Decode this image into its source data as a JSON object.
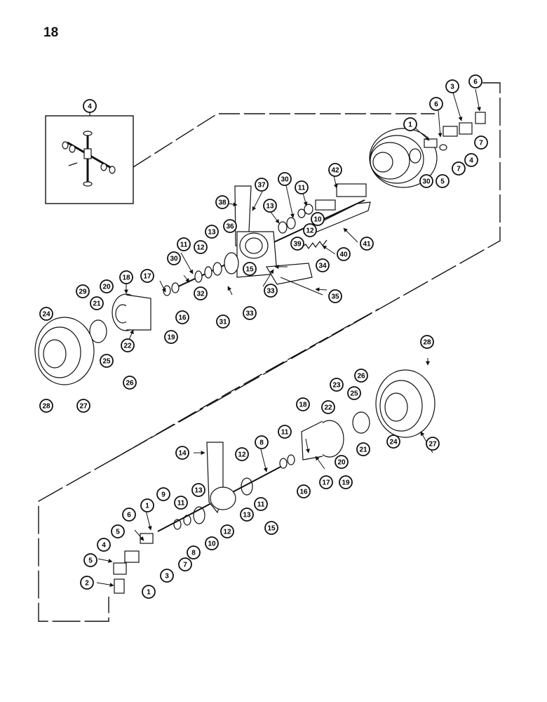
{
  "page": {
    "number": "18"
  },
  "callouts": [
    {
      "id": "c-inset-4",
      "label": "4"
    },
    {
      "id": "c-top-1",
      "label": "1"
    },
    {
      "id": "c-top-6a",
      "label": "6"
    },
    {
      "id": "c-top-3",
      "label": "3"
    },
    {
      "id": "c-top-6b",
      "label": "6"
    },
    {
      "id": "c-top-7a",
      "label": "7"
    },
    {
      "id": "c-top-4",
      "label": "4"
    },
    {
      "id": "c-top-7b",
      "label": "7"
    },
    {
      "id": "c-top-5",
      "label": "5"
    },
    {
      "id": "c-top-30a",
      "label": "30"
    },
    {
      "id": "c-top-42",
      "label": "42"
    },
    {
      "id": "c-top-30b",
      "label": "30"
    },
    {
      "id": "c-top-11a",
      "label": "11"
    },
    {
      "id": "c-top-37",
      "label": "37"
    },
    {
      "id": "c-top-38",
      "label": "38"
    },
    {
      "id": "c-top-13a",
      "label": "13"
    },
    {
      "id": "c-top-10",
      "label": "10"
    },
    {
      "id": "c-top-12a",
      "label": "12"
    },
    {
      "id": "c-top-41",
      "label": "41"
    },
    {
      "id": "c-top-36",
      "label": "36"
    },
    {
      "id": "c-top-13b",
      "label": "13"
    },
    {
      "id": "c-top-11b",
      "label": "11"
    },
    {
      "id": "c-top-12b",
      "label": "12"
    },
    {
      "id": "c-top-39",
      "label": "39"
    },
    {
      "id": "c-top-40",
      "label": "40"
    },
    {
      "id": "c-top-30c",
      "label": "30"
    },
    {
      "id": "c-top-15",
      "label": "15"
    },
    {
      "id": "c-top-34",
      "label": "34"
    },
    {
      "id": "c-top-17",
      "label": "17"
    },
    {
      "id": "c-top-18",
      "label": "18"
    },
    {
      "id": "c-top-32",
      "label": "32"
    },
    {
      "id": "c-top-33a",
      "label": "33"
    },
    {
      "id": "c-top-33b",
      "label": "33"
    },
    {
      "id": "c-top-35",
      "label": "35"
    },
    {
      "id": "c-top-29",
      "label": "29"
    },
    {
      "id": "c-top-20",
      "label": "20"
    },
    {
      "id": "c-top-21",
      "label": "21"
    },
    {
      "id": "c-top-16",
      "label": "16"
    },
    {
      "id": "c-top-31",
      "label": "31"
    },
    {
      "id": "c-top-24",
      "label": "24"
    },
    {
      "id": "c-top-19",
      "label": "19"
    },
    {
      "id": "c-top-22",
      "label": "22"
    },
    {
      "id": "c-top-25",
      "label": "25"
    },
    {
      "id": "c-top-26",
      "label": "26"
    },
    {
      "id": "c-top-28",
      "label": "28"
    },
    {
      "id": "c-top-27",
      "label": "27"
    },
    {
      "id": "c-bot-28",
      "label": "28"
    },
    {
      "id": "c-bot-26",
      "label": "26"
    },
    {
      "id": "c-bot-23",
      "label": "23"
    },
    {
      "id": "c-bot-25",
      "label": "25"
    },
    {
      "id": "c-bot-18",
      "label": "18"
    },
    {
      "id": "c-bot-22",
      "label": "22"
    },
    {
      "id": "c-bot-24",
      "label": "24"
    },
    {
      "id": "c-bot-27",
      "label": "27"
    },
    {
      "id": "c-bot-21",
      "label": "21"
    },
    {
      "id": "c-bot-20",
      "label": "20"
    },
    {
      "id": "c-bot-19",
      "label": "19"
    },
    {
      "id": "c-bot-14",
      "label": "14"
    },
    {
      "id": "c-bot-8a",
      "label": "8"
    },
    {
      "id": "c-bot-11a",
      "label": "11"
    },
    {
      "id": "c-bot-12a",
      "label": "12"
    },
    {
      "id": "c-bot-17",
      "label": "17"
    },
    {
      "id": "c-bot-16",
      "label": "16"
    },
    {
      "id": "c-bot-11b",
      "label": "11"
    },
    {
      "id": "c-bot-9",
      "label": "9"
    },
    {
      "id": "c-bot-11c",
      "label": "11"
    },
    {
      "id": "c-bot-13a",
      "label": "13"
    },
    {
      "id": "c-bot-13b",
      "label": "13"
    },
    {
      "id": "c-bot-15",
      "label": "15"
    },
    {
      "id": "c-bot-1a",
      "label": "1"
    },
    {
      "id": "c-bot-12b",
      "label": "12"
    },
    {
      "id": "c-bot-6",
      "label": "6"
    },
    {
      "id": "c-bot-10",
      "label": "10"
    },
    {
      "id": "c-bot-5a",
      "label": "5"
    },
    {
      "id": "c-bot-8b",
      "label": "8"
    },
    {
      "id": "c-bot-7",
      "label": "7"
    },
    {
      "id": "c-bot-4",
      "label": "4"
    },
    {
      "id": "c-bot-3",
      "label": "3"
    },
    {
      "id": "c-bot-5b",
      "label": "5"
    },
    {
      "id": "c-bot-2",
      "label": "2"
    },
    {
      "id": "c-bot-1b",
      "label": "1"
    }
  ]
}
